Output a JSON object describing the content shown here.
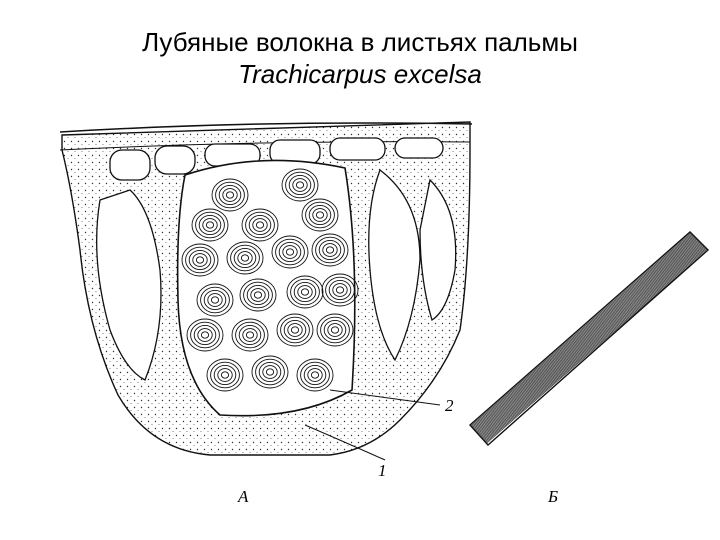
{
  "title": {
    "line1": "Лубяные волокна в листьях пальмы",
    "line2": "Trachicarpus excelsa"
  },
  "labels": {
    "panel_a": "А",
    "panel_b": "Б",
    "callout_2": "2",
    "callout_1": "1"
  }
}
